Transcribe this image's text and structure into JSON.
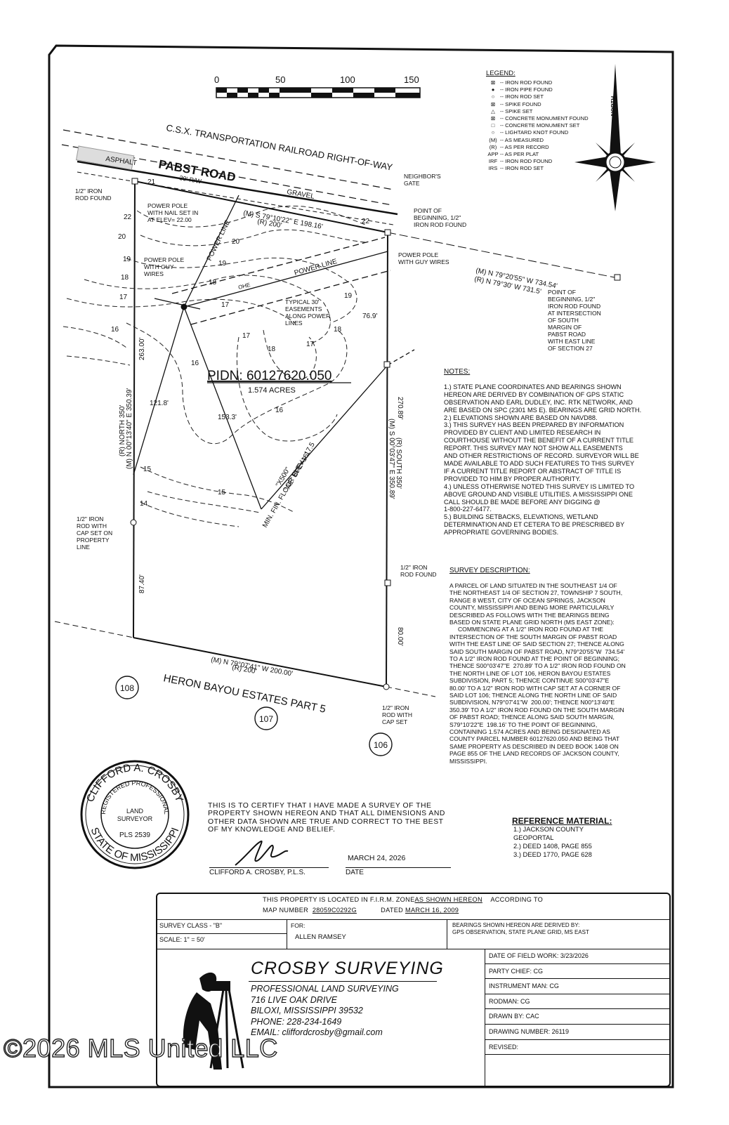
{
  "scale": {
    "ticks": [
      "0",
      "50",
      "100",
      "150"
    ]
  },
  "legend": {
    "title": "LEGEND:",
    "items": [
      {
        "sym": "⊠",
        "text": "-- IRON ROD FOUND"
      },
      {
        "sym": "●",
        "text": "-- IRON PIPE FOUND"
      },
      {
        "sym": "○",
        "text": "-- IRON ROD SET"
      },
      {
        "sym": "⊠",
        "text": "-- SPIKE FOUND"
      },
      {
        "sym": "△",
        "text": "-- SPIKE SET"
      },
      {
        "sym": "⊠",
        "text": "-- CONCRETE MONUMENT FOUND"
      },
      {
        "sym": "□",
        "text": "-- CONCRETE MONUMENT SET"
      },
      {
        "sym": "○",
        "text": "-- LIGHTARD KNOT FOUND"
      },
      {
        "sym": "(M)",
        "text": "-- AS MEASURED"
      },
      {
        "sym": "(R)",
        "text": "-- AS PER RECORD"
      },
      {
        "sym": "APP",
        "text": "-- AS PER PLAT"
      },
      {
        "sym": "IRF",
        "text": "-- IRON ROD FOUND"
      },
      {
        "sym": "IRS",
        "text": "-- IRON ROD SET"
      }
    ]
  },
  "north_label": "NORTH",
  "map": {
    "railroad": "C.S.X. TRANSPORTATION RAILROAD RIGHT-OF-WAY",
    "asphalt": "ASPHALT",
    "road_name": "PABST ROAD",
    "road_row": "30' R/W",
    "gravel": "GRAVEL",
    "neighbors_gate": [
      "NEIGHBOR'S",
      "GATE"
    ],
    "iron_rod_nw": [
      "1/2\" IRON",
      "ROD FOUND"
    ],
    "power_pole_nail": [
      "POWER POLE",
      "WITH NAIL SET IN",
      "AT ELEV= 22.00"
    ],
    "pob": [
      "POINT OF",
      "BEGINNING, 1/2\"",
      "IRON ROD FOUND"
    ],
    "north_bearing_m": "(M) S 79°10'22\" E 198.16'",
    "north_bearing_r": "(R) 200'",
    "power_line_1": "POWER LINE",
    "power_line_2": "POWER LINE",
    "ohe": "OHE",
    "power_pole_guy_w": [
      "POWER POLE",
      "WITH GUY",
      "WIRES"
    ],
    "power_pole_guy_e": [
      "POWER POLE",
      "WITH GUY WIRES"
    ],
    "tie_m": "(M) N 79°20'55\" W 734.54'",
    "tie_r": "(R) N 79°30' W 731.5'",
    "pob_tie": [
      "POINT OF",
      "BEGINNING, 1/2\"",
      "IRON ROD FOUND",
      "AT INTERSECTION",
      "OF SOUTH",
      "MARGIN OF",
      "PABST ROAD",
      "WITH EAST LINE",
      "OF SECTION 27"
    ],
    "easement": [
      "TYPICAL 30'",
      "EASEMENTS",
      "ALONG POWER",
      "LINES"
    ],
    "dist_76": "76.9'",
    "dist_263": "263.00'",
    "dist_121": "121.8'",
    "dist_153": "153.3'",
    "dist_270": "270.89'",
    "dist_87": "87.40'",
    "dist_80": "80.00'",
    "pidn": "PIDN: 60127620.050",
    "acres": "1.574 ACRES",
    "west_r": "(R) NORTH 350'",
    "west_m": "(M) N 00°13'40\" E 350.39'",
    "east_r": "(R) SOUTH 350'",
    "east_m": "(M) S 00°03'47\" E 350.89'",
    "flood_1": "\"X500\"",
    "flood_2": "\"AE\" BFE=16'",
    "flood_3": "MIN. FIN. FLOOR ELEV.= 17.5",
    "iron_rod_cap_w": [
      "1/2\" IRON",
      "ROD WITH",
      "CAP SET ON",
      "PROPERTY",
      "LINE"
    ],
    "iron_rod_e": [
      "1/2\" IRON",
      "ROD FOUND"
    ],
    "south_m": "(M) N 79°07'41\" W 200.00'",
    "south_r": "(R) 200'",
    "subdivision": "HERON BAYOU ESTATES PART 5",
    "lots": [
      "108",
      "107",
      "106"
    ],
    "iron_rod_cap_se": [
      "1/2\" IRON",
      "ROD WITH",
      "CAP SET"
    ],
    "contours": [
      "21",
      "20",
      "19",
      "18",
      "17",
      "16",
      "15",
      "14",
      "22",
      "21",
      "20",
      "19",
      "18",
      "17",
      "16",
      "17",
      "18",
      "17",
      "16",
      "15",
      "19",
      "18"
    ]
  },
  "notes": {
    "title": "NOTES:",
    "lines": [
      "1.) STATE PLANE COORDINATES AND BEARINGS SHOWN",
      "HEREON ARE DERIVED BY COMBINATION OF GPS STATIC",
      "OBSERVATION AND EARL DUDLEY, INC. RTK NETWORK, AND",
      "ARE BASED ON SPC (2301 MS E). BEARINGS ARE GRID NORTH.",
      "2.) ELEVATIONS SHOWN ARE BASED ON NAVD88.",
      "3.) THIS SURVEY HAS BEEN PREPARED BY INFORMATION",
      "PROVIDED BY CLIENT AND LIMITED RESEARCH IN",
      "COURTHOUSE WITHOUT THE BENEFIT OF A CURRENT TITLE",
      "REPORT.  THIS SURVEY MAY NOT SHOW ALL EASEMENTS",
      "AND OTHER RESTRICTIONS OF RECORD.  SURVEYOR WILL BE",
      "MADE AVAILABLE TO ADD SUCH FEATURES TO THIS SURVEY",
      "IF A CURRENT TITLE REPORT OR ABSTRACT OF TITLE IS",
      "PROVIDED TO HIM BY PROPER AUTHORITY.",
      "4.) UNLESS OTHERWISE NOTED THIS SURVEY IS LIMITED TO",
      "ABOVE GROUND AND VISIBLE UTILITIES.  A MISSISSIPPI ONE",
      "CALL SHOULD BE MADE BEFORE ANY DIGGING @",
      "1-800-227-6477.",
      "5.) BUILDING SETBACKS, ELEVATIONS, WETLAND",
      "DETERMINATION AND ET CETERA TO BE PRESCRIBED BY",
      "APPROPRIATE GOVERNING BODIES."
    ]
  },
  "survey_description": {
    "title": "SURVEY DESCRIPTION:",
    "lines": [
      "A PARCEL OF LAND SITUATED IN THE SOUTHEAST 1/4 OF",
      "THE NORTHEAST 1/4 OF SECTION 27, TOWNSHIP 7 SOUTH,",
      "RANGE 8 WEST, CITY OF OCEAN SPRINGS, JACKSON",
      "COUNTY, MISSISSIPPI AND BEING MORE PARTICULARLY",
      "DESCRIBED AS FOLLOWS WITH THE BEARINGS BEING",
      "BASED ON STATE PLANE GRID NORTH (MS EAST ZONE):",
      "     COMMENCING AT A 1/2\" IRON ROD FOUND AT THE",
      "INTERSECTION OF THE SOUTH MARGIN OF PABST ROAD",
      "WITH THE EAST LINE OF SAID SECTION 27; THENCE ALONG",
      "SAID SOUTH MARGIN OF PABST ROAD, N79°20'55\"W  734.54'",
      "TO A 1/2\" IRON ROD FOUND AT THE POINT OF BEGINNING;",
      "THENCE S00°03'47\"E  270.89' TO A 1/2\" IRON ROD FOUND ON",
      "THE NORTH LINE OF LOT 106, HERON BAYOU ESTATES",
      "SUBDIVISION, PART 5; THENCE CONTINUE S00°03'47\"E",
      "80.00' TO A 1/2\" IRON ROD WITH CAP SET AT A CORNER OF",
      "SAID LOT 106; THENCE ALONG THE NORTH LINE OF SAID",
      "SUBDIVISION, N79°07'41\"W  200.00'; THENCE N00°13'40\"E",
      "350.39' TO A 1/2\" IRON ROD FOUND ON THE SOUTH MARGIN",
      "OF PABST ROAD; THENCE ALONG SAID SOUTH MARGIN,",
      "S79°10'22\"E  198.16' TO THE POINT OF BEGINNING,",
      "CONTAINING 1.574 ACRES AND BEING DESIGNATED AS",
      "COUNTY PARCEL NUMBER 60127620.050 AND BEING THAT",
      "SAME PROPERTY AS DESCRIBED IN DEED BOOK 1408 ON",
      "PAGE 855 OF THE LAND RECORDS OF JACKSON COUNTY,",
      "MISSISSIPPI."
    ]
  },
  "seal": {
    "outer_top": "CLIFFORD A. CROSBY",
    "outer_bottom": "STATE OF MISSISSIPPI",
    "inner_top": "REGISTERED PROFESSIONAL",
    "center1": "LAND",
    "center2": "SURVEYOR",
    "number": "PLS 2539"
  },
  "certification": {
    "lines": [
      "THIS IS TO CERTIFY THAT I HAVE MADE A SURVEY OF THE",
      "PROPERTY SHOWN HEREON AND THAT ALL DIMENSIONS AND",
      "OTHER DATA SHOWN ARE TRUE AND CORRECT TO THE BEST",
      "OF MY KNOWLEDGE AND BELIEF."
    ],
    "signer": "CLIFFORD A. CROSBY, P.L.S.",
    "date": "MARCH 24, 2026",
    "date_label": "DATE"
  },
  "reference": {
    "title": "REFERENCE MATERIAL:",
    "lines": [
      "1.) JACKSON COUNTY",
      "GEOPORTAL",
      "2.) DEED 1408, PAGE 855",
      "3.) DEED 1770, PAGE 628"
    ]
  },
  "title_block": {
    "firm_line1_a": "THIS PROPERTY IS LOCATED IN F.I.R.M. ZONE",
    "firm_zone": "AS SHOWN HEREON",
    "firm_line1_b": "ACCORDING TO",
    "map_number_label": "MAP NUMBER",
    "map_number": "28059C0292G",
    "dated_label": "DATED",
    "dated": "MARCH 16, 2009",
    "survey_class": "SURVEY CLASS - \"B\"",
    "scale": "SCALE: 1\" = 50'",
    "for_label": "FOR:",
    "client": "ALLEN RAMSEY",
    "bearings_note": [
      "BEARINGS SHOWN HEREON ARE DERIVED BY:",
      "GPS OBSERVATION, STATE PLANE GRID, MS EAST"
    ],
    "company": "CROSBY SURVEYING",
    "company_lines": [
      "PROFESSIONAL LAND SURVEYING",
      "716 LIVE OAK DRIVE",
      "BILOXI, MISSISSIPPI  39532",
      "PHONE: 228-234-1649",
      "EMAIL: cliffordcrosby@gmail.com"
    ],
    "fields": [
      "DATE OF FIELD WORK:  3/23/2026",
      "PARTY CHIEF: CG",
      "INSTRUMENT MAN: CG",
      "RODMAN: CG",
      "DRAWN BY: CAC",
      "DRAWING NUMBER: 26119",
      "REVISED:"
    ]
  },
  "watermark": "©2026 MLS United LLC"
}
